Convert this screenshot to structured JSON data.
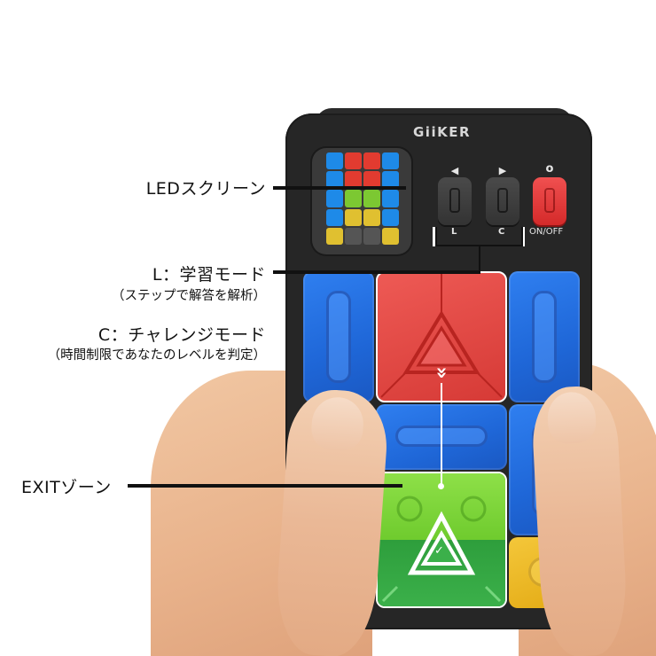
{
  "annotations": {
    "led_screen": "LEDスクリーン",
    "learn_mode": "L：学習モード",
    "learn_mode_desc": "（ステップで解答を解析）",
    "challenge_mode": "C：チャレンジモード",
    "challenge_mode_desc": "（時間制限であなたのレベルを判定）",
    "exit_zone": "EXITゾーン"
  },
  "device": {
    "brand": "GiiKER",
    "buttons": {
      "left": {
        "glyph": "◀",
        "caption": "L"
      },
      "right": {
        "glyph": "▶",
        "caption": "C"
      },
      "power": {
        "glyph": "o",
        "caption": "ON/OFF"
      }
    },
    "led_grid": [
      [
        "#1e8ae8",
        "#e23b30",
        "#e23b30",
        "#1e8ae8"
      ],
      [
        "#1e8ae8",
        "#e23b30",
        "#e23b30",
        "#1e8ae8"
      ],
      [
        "#1e8ae8",
        "#7cc832",
        "#7cc832",
        "#1e8ae8"
      ],
      [
        "#1e8ae8",
        "#e0c030",
        "#e0c030",
        "#1e8ae8"
      ],
      [
        "#e0c030",
        "#555555",
        "#555555",
        "#e0c030"
      ]
    ],
    "exit_glyph": "✓",
    "arrow_glyph": "»"
  },
  "colors": {
    "block_blue": "#1f67d8",
    "block_red": "#d63a36",
    "block_green": "#6fcb2e",
    "block_yellow": "#e3aa14",
    "device_body": "#262626"
  }
}
